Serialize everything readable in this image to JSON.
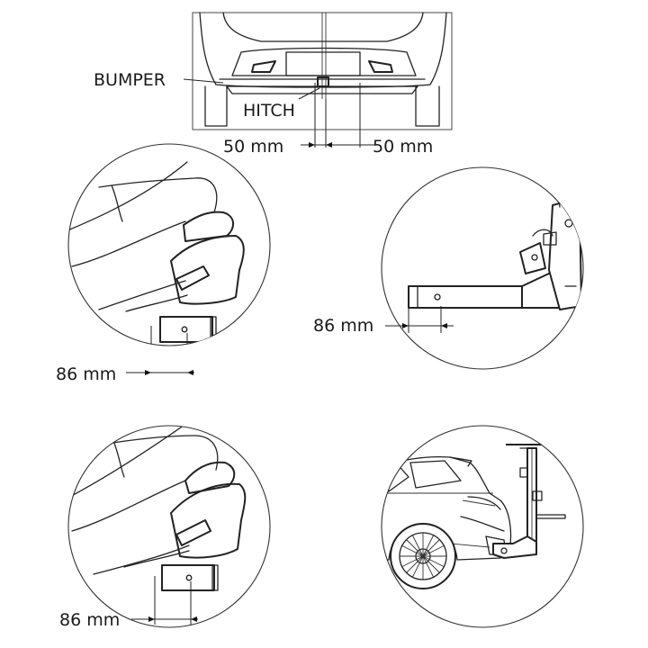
{
  "labels": {
    "bumper": "BUMPER",
    "hitch": "HITCH",
    "offset_left": "50 mm",
    "offset_right": "50 mm",
    "clearance_a": "86 mm",
    "clearance_b": "86 mm",
    "clearance_c": "86 mm"
  }
}
